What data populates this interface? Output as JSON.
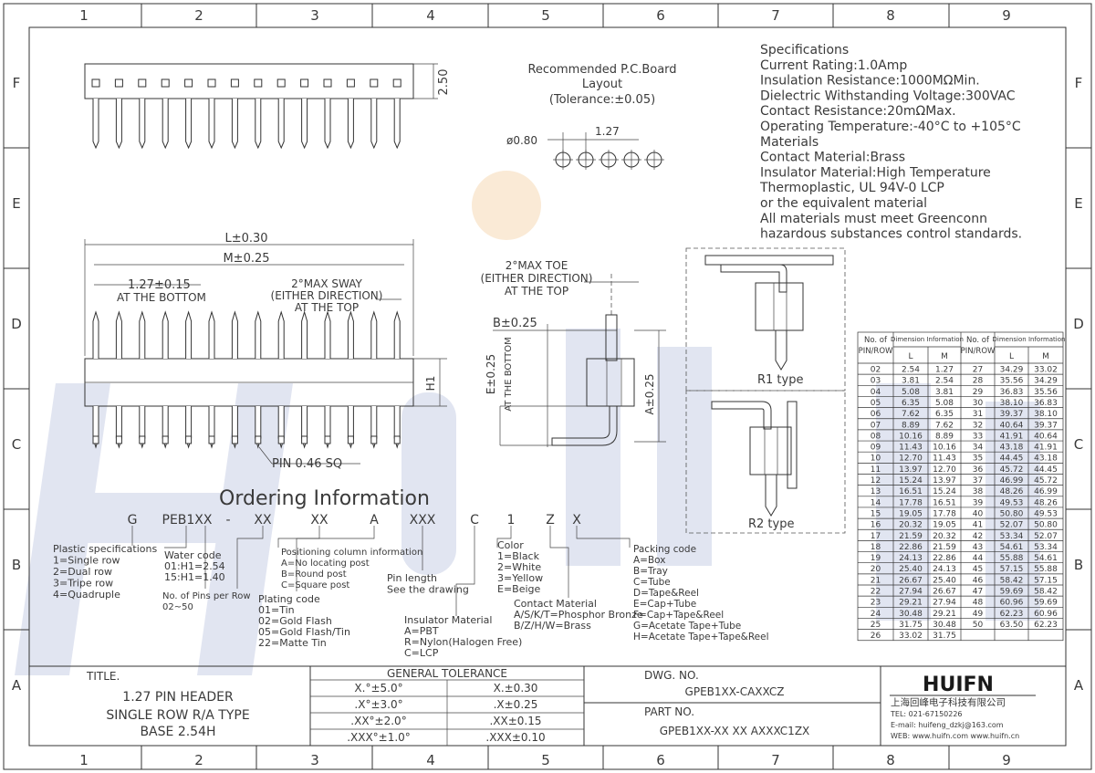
{
  "frame": {
    "columns": [
      "1",
      "2",
      "3",
      "4",
      "5",
      "6",
      "7",
      "8",
      "9"
    ],
    "rows": [
      "F",
      "E",
      "D",
      "C",
      "B",
      "A"
    ]
  },
  "specifications": {
    "lines": [
      "Specifications",
      "Current Rating:1.0Amp",
      "Insulation Resistance:1000MΩMin.",
      "Dielectric Withstanding Voltage:300VAC",
      "Contact Resistance:20mΩMax.",
      "Operating Temperature:-40°C to +105°C",
      "Materials",
      "Contact Material:Brass",
      "Insulator Material:High Temperature",
      "Thermoplastic, UL 94V-0 LCP",
      "or the equivalent material",
      "All materials must meet Greenconn",
      "hazardous substances control standards."
    ]
  },
  "pcb_layout": {
    "title_lines": [
      "Recommended P.C.Board",
      "Layout",
      "(Tolerance:±0.05)"
    ],
    "hole": "ø0.80",
    "pitch": "1.27"
  },
  "top_view": {
    "height_dim": "2.50"
  },
  "front_view": {
    "l_dim": "L±0.30",
    "m_dim": "M±0.25",
    "pitch_dim": "1.27±0.15",
    "pitch_note": "AT THE BOTTOM",
    "sway_lines": [
      "2°MAX SWAY",
      "(EITHER DIRECTION)",
      "AT THE TOP"
    ],
    "h1": "H1",
    "pin_note": "PIN 0.46 SQ"
  },
  "side_view": {
    "toe_lines": [
      "2°MAX TOE",
      "(EITHER DIRECTION)",
      "AT THE TOP"
    ],
    "b_dim": "B±0.25",
    "e_dim": "E±0.25",
    "e_note": "AT THE BOTTOM",
    "a_dim": "A±0.25"
  },
  "types": {
    "r1": "R1  type",
    "r2": "R2  type"
  },
  "ordering": {
    "title": "Ordering Information",
    "code_parts": [
      "G",
      "PEB1XX",
      "-",
      "XX",
      "XX",
      "A",
      "XXX",
      "C",
      "1",
      "Z",
      "X"
    ],
    "plastic": [
      "Plastic specifications",
      "1=Single row",
      "2=Dual row",
      "3=Tripe row",
      "4=Quadruple"
    ],
    "water": [
      "Water code",
      "01:H1=2.54",
      "15:H1=1.40"
    ],
    "pins_per_row": [
      "No. of Pins per Row",
      "02~50"
    ],
    "positioning": [
      "Positioning column information",
      "A=No locating post",
      "B=Round post",
      "C=Square post"
    ],
    "plating": [
      "Plating code",
      "01=Tin",
      "02=Gold Flash",
      "05=Gold Flash/Tin",
      "22=Matte Tin"
    ],
    "pin_length": [
      "Pin length",
      "See the drawing"
    ],
    "insulator": [
      "Insulator Material",
      "A=PBT",
      "R=Nylon(Halogen Free)",
      "C=LCP"
    ],
    "color": [
      "Color",
      "1=Black",
      "2=White",
      "3=Yellow",
      "E=Beige"
    ],
    "contact": [
      "Contact Material",
      "A/S/K/T=Phosphor Bronze",
      "B/Z/H/W=Brass"
    ],
    "packing": [
      "Packing code",
      "A=Box",
      "B=Tray",
      "C=Tube",
      "D=Tape&Reel",
      "E=Cap+Tube",
      "F=Cap+Tape&Reel",
      "G=Acetate Tape+Tube",
      "H=Acetate Tape+Tape&Reel"
    ]
  },
  "dimension_table": {
    "h_no": [
      "No. of",
      "PIN/ROW"
    ],
    "h_dim": "Dimension Information",
    "h_l": "L",
    "h_m": "M",
    "rows": [
      [
        "02",
        "2.54",
        "1.27",
        "27",
        "34.29",
        "33.02"
      ],
      [
        "03",
        "3.81",
        "2.54",
        "28",
        "35.56",
        "34.29"
      ],
      [
        "04",
        "5.08",
        "3.81",
        "29",
        "36.83",
        "35.56"
      ],
      [
        "05",
        "6.35",
        "5.08",
        "30",
        "38.10",
        "36.83"
      ],
      [
        "06",
        "7.62",
        "6.35",
        "31",
        "39.37",
        "38.10"
      ],
      [
        "07",
        "8.89",
        "7.62",
        "32",
        "40.64",
        "39.37"
      ],
      [
        "08",
        "10.16",
        "8.89",
        "33",
        "41.91",
        "40.64"
      ],
      [
        "09",
        "11.43",
        "10.16",
        "34",
        "43.18",
        "41.91"
      ],
      [
        "10",
        "12.70",
        "11.43",
        "35",
        "44.45",
        "43.18"
      ],
      [
        "11",
        "13.97",
        "12.70",
        "36",
        "45.72",
        "44.45"
      ],
      [
        "12",
        "15.24",
        "13.97",
        "37",
        "46.99",
        "45.72"
      ],
      [
        "13",
        "16.51",
        "15.24",
        "38",
        "48.26",
        "46.99"
      ],
      [
        "14",
        "17.78",
        "16.51",
        "39",
        "49.53",
        "48.26"
      ],
      [
        "15",
        "19.05",
        "17.78",
        "40",
        "50.80",
        "49.53"
      ],
      [
        "16",
        "20.32",
        "19.05",
        "41",
        "52.07",
        "50.80"
      ],
      [
        "17",
        "21.59",
        "20.32",
        "42",
        "53.34",
        "52.07"
      ],
      [
        "18",
        "22.86",
        "21.59",
        "43",
        "54.61",
        "53.34"
      ],
      [
        "19",
        "24.13",
        "22.86",
        "44",
        "55.88",
        "54.61"
      ],
      [
        "20",
        "25.40",
        "24.13",
        "45",
        "57.15",
        "55.88"
      ],
      [
        "21",
        "26.67",
        "25.40",
        "46",
        "58.42",
        "57.15"
      ],
      [
        "22",
        "27.94",
        "26.67",
        "47",
        "59.69",
        "58.42"
      ],
      [
        "23",
        "29.21",
        "27.94",
        "48",
        "60.96",
        "59.69"
      ],
      [
        "24",
        "30.48",
        "29.21",
        "49",
        "62.23",
        "60.96"
      ],
      [
        "25",
        "31.75",
        "30.48",
        "50",
        "63.50",
        "62.23"
      ],
      [
        "26",
        "33.02",
        "31.75",
        "",
        "",
        ""
      ]
    ]
  },
  "title_block": {
    "title_label": "TITLE.",
    "title_lines": [
      "1.27 PIN HEADER",
      "SINGLE ROW R/A TYPE",
      "BASE 2.54H"
    ],
    "tolerance_title": "GENERAL TOLERANCE",
    "tolerance_rows": [
      [
        "X.°±5.0°",
        "X.±0.30"
      ],
      [
        ".X°±3.0°",
        ".X±0.25"
      ],
      [
        ".XX°±2.0°",
        ".XX±0.15"
      ],
      [
        ".XXX°±1.0°",
        ".XXX±0.10"
      ]
    ],
    "dwg_label": "DWG. NO.",
    "dwg_no": "GPEB1XX-CAXXCZ",
    "part_label": "PART NO.",
    "part_no": "GPEB1XX-XX XX AXXXC1ZX"
  },
  "company": {
    "logo": "HUIFN",
    "name": "上海回峰电子科技有限公司",
    "tel": "TEL: 021-67150226",
    "email": "E-mail: huifeng_dzkj@163.com",
    "web": "WEB: www.huifn.com   www.huifn.cn"
  },
  "watermark": {
    "text": "HUIFN"
  },
  "colors": {
    "watermark": "#c9cfe6",
    "watermark_dot": "#f6d9b4",
    "line": "#333333"
  }
}
